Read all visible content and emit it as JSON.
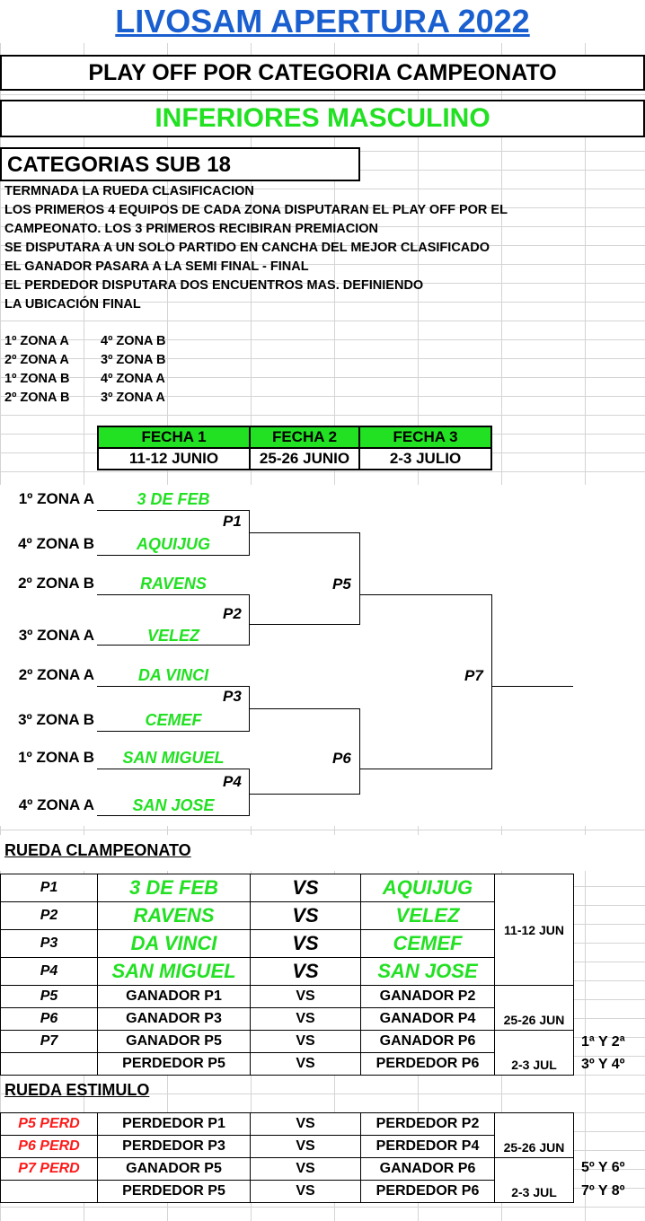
{
  "header": {
    "title": "LIVOSAM APERTURA 2022",
    "subtitle": "PLAY OFF POR CATEGORIA CAMPEONATO",
    "division": "INFERIORES MASCULINO",
    "category": "CATEGORIAS SUB 18"
  },
  "rules": [
    "TERMNADA LA RUEDA CLASIFICACION",
    "LOS PRIMEROS 4 EQUIPOS DE CADA ZONA DISPUTARAN EL PLAY OFF POR EL",
    "CAMPEONATO. LOS 3 PRIMEROS RECIBIRAN PREMIACION",
    "SE DISPUTARA A UN SOLO PARTIDO EN CANCHA DEL MEJOR CLASIFICADO",
    "EL GANADOR PASARA A LA SEMI FINAL - FINAL",
    "EL PERDEDOR DISPUTARA DOS ENCUENTROS MAS. DEFINIENDO",
    "LA UBICACIÓN FINAL"
  ],
  "pairings": [
    [
      "1º ZONA A",
      "4º ZONA B"
    ],
    [
      "2º ZONA A",
      "3º ZONA B"
    ],
    [
      "1º ZONA B",
      "4º ZONA A"
    ],
    [
      "2º ZONA B",
      "3º ZONA A"
    ]
  ],
  "fechas": [
    {
      "label": "FECHA 1",
      "date": "11-12 JUNIO"
    },
    {
      "label": "FECHA 2",
      "date": "25-26 JUNIO"
    },
    {
      "label": "FECHA 3",
      "date": "2-3 JULIO"
    }
  ],
  "bracket": {
    "seeds": [
      "1º ZONA A",
      "4º ZONA B",
      "2º ZONA B",
      "3º ZONA  A",
      "2º ZONA A",
      "3º ZONA B",
      "1º ZONA B",
      "4º ZONA A"
    ],
    "teams": [
      "3 DE FEB",
      "AQUIJUG",
      "RAVENS",
      "VELEZ",
      "DA VINCI",
      "CEMEF",
      "SAN MIGUEL",
      "SAN JOSE"
    ],
    "matches": [
      "P1",
      "P2",
      "P3",
      "P4",
      "P5",
      "P6",
      "P7"
    ]
  },
  "campeonato": {
    "heading": "RUEDA CLAMPEONATO",
    "vs": "VS",
    "rows": [
      {
        "p": "P1",
        "home": "3 DE FEB",
        "away": "AQUIJUG"
      },
      {
        "p": "P2",
        "home": "RAVENS",
        "away": "VELEZ"
      },
      {
        "p": "P3",
        "home": "DA VINCI",
        "away": "CEMEF"
      },
      {
        "p": "P4",
        "home": "SAN MIGUEL",
        "away": "SAN JOSE"
      },
      {
        "p": "P5",
        "home": "GANADOR P1",
        "away": "GANADOR P2"
      },
      {
        "p": "P6",
        "home": "GANADOR P3",
        "away": "GANADOR P4"
      },
      {
        "p": "P7",
        "home": "GANADOR P5",
        "away": "GANADOR P6"
      },
      {
        "p": "",
        "home": "PERDEDOR P5",
        "away": "PERDEDOR P6"
      }
    ],
    "dates": [
      "11-12 JUN",
      "25-26 JUN",
      "2-3 JUL"
    ],
    "places": [
      "1ª Y 2ª",
      "3º Y 4º"
    ]
  },
  "estimulo": {
    "heading": "RUEDA ESTIMULO",
    "vs": "VS",
    "rows": [
      {
        "p": "P5 PERD",
        "home": "PERDEDOR P1",
        "away": "PERDEDOR P2"
      },
      {
        "p": "P6 PERD",
        "home": "PERDEDOR P3",
        "away": "PERDEDOR P4"
      },
      {
        "p": "P7 PERD",
        "home": "GANADOR P5",
        "away": "GANADOR P6"
      },
      {
        "p": "",
        "home": "PERDEDOR P5",
        "away": "PERDEDOR P6"
      }
    ],
    "dates": [
      "25-26 JUN",
      "2-3 JUL"
    ],
    "places": [
      "5º Y 6º",
      "7º Y 8º"
    ]
  },
  "colors": {
    "title_blue": "#1a5fd0",
    "team_green": "#22e022",
    "header_green": "#22e022",
    "loser_red": "#ff1a1a"
  }
}
